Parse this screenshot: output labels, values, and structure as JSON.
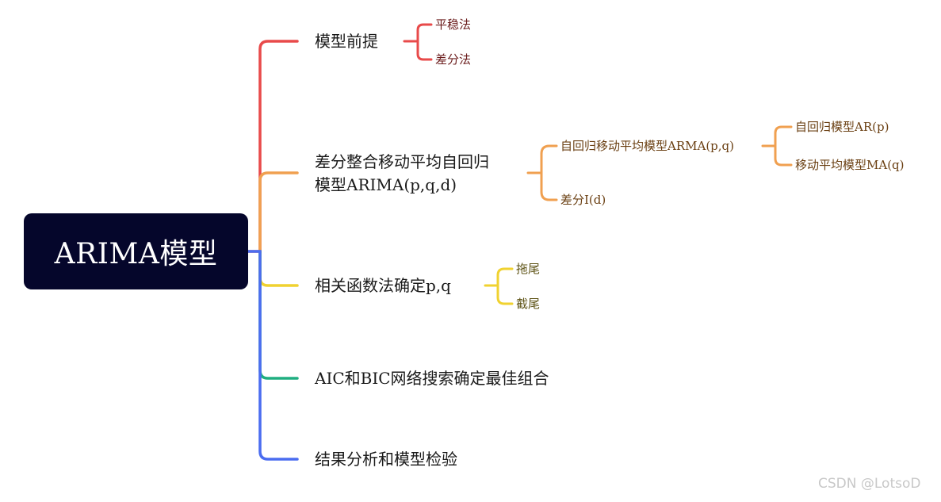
{
  "root": {
    "label": "ARIMA模型"
  },
  "branches": {
    "premise": {
      "label": "模型前提",
      "color": "#e84a4a",
      "children": [
        "平稳法",
        "差分法"
      ]
    },
    "arima": {
      "label_line1": "差分整合移动平均自回归",
      "label_line2": "模型ARIMA(p,q,d)",
      "color": "#f0a050",
      "children": {
        "arma": {
          "label": "自回归移动平均模型ARMA(p,q)",
          "children": [
            "自回归模型AR(p)",
            "移动平均模型MA(q)"
          ]
        },
        "diff": {
          "label": "差分I(d)"
        }
      }
    },
    "acf": {
      "label": "相关函数法确定p,q",
      "color": "#f0d230",
      "children": [
        "拖尾",
        "截尾"
      ]
    },
    "grid": {
      "label": "AIC和BIC网络搜索确定最佳组合",
      "color": "#1fae80"
    },
    "result": {
      "label": "结果分析和模型检验",
      "color": "#4a6cf0"
    }
  },
  "watermark": "CSDN @LotsoD"
}
